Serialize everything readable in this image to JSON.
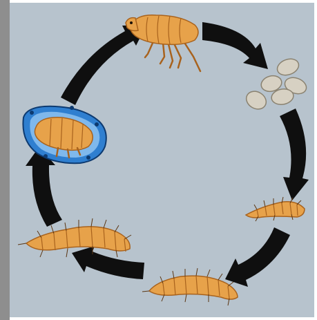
{
  "diagram": {
    "type": "life-cycle",
    "subject": "flea",
    "colors": {
      "background": "#b7c3cd",
      "frame": "#8e8e8e",
      "arrow": "#0f0f0f",
      "body": "#e7a24a",
      "body_dark": "#a8621d",
      "egg": "#d7d1c3",
      "cocoon": "#2f7fd0"
    },
    "stages": [
      {
        "id": "adult",
        "icon": "adult-flea-icon"
      },
      {
        "id": "eggs",
        "icon": "eggs-icon"
      },
      {
        "id": "larva-small",
        "icon": "small-larva-icon"
      },
      {
        "id": "larva-medium",
        "icon": "medium-larva-icon"
      },
      {
        "id": "larva-large",
        "icon": "large-larva-icon"
      },
      {
        "id": "pupa",
        "icon": "pupa-in-cocoon-icon"
      }
    ],
    "arrows": 6,
    "direction": "clockwise"
  }
}
